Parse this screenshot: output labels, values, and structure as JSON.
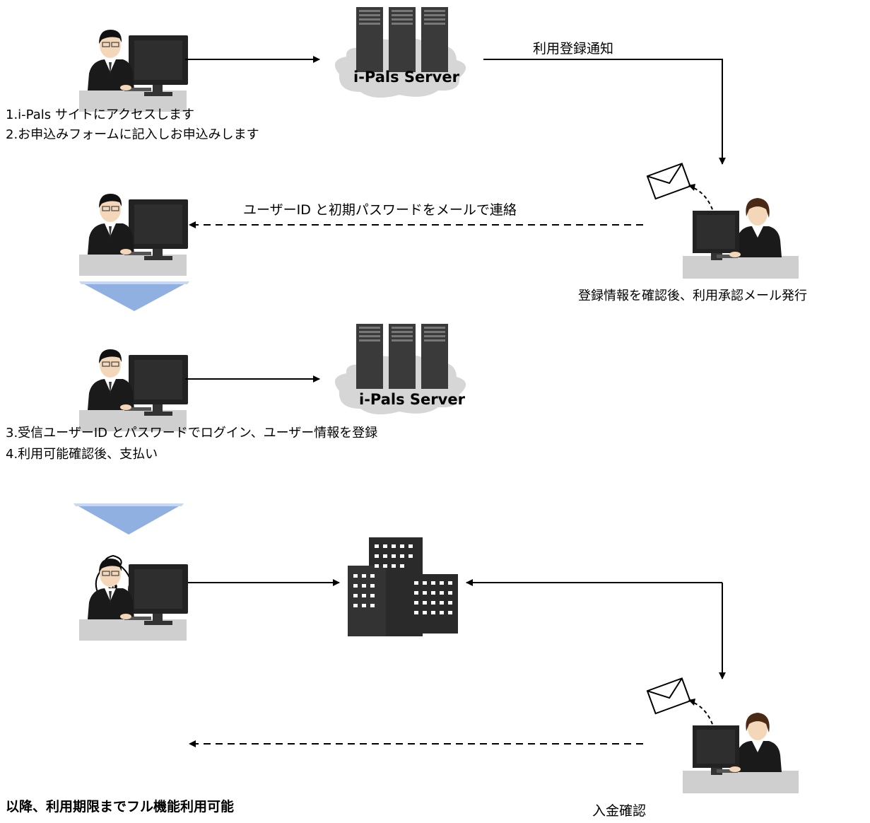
{
  "server": {
    "label": "i-Pals Server"
  },
  "labels": {
    "register_notice": "利用登録通知",
    "step1": "1.i-Pals サイトにアクセスします",
    "step2": "2.お申込みフォームに記入しお申込みします",
    "id_mail": "ユーザーID と初期パスワードをメールで連絡",
    "admin_confirm": "登録情報を確認後、利用承認メール発行",
    "step3": "3.受信ユーザーID とパスワードでログイン、ユーザー情報を登録",
    "step4": "4.利用可能確認後、支払い",
    "payment_confirm": "入金確認",
    "final": "以降、利用期限までフル機能利用可能"
  },
  "colors": {
    "suit": "#1a1a1a",
    "skin": "#f4d6b8",
    "desk": "#cfcfcf",
    "monitor": "#222222",
    "cloud": "#d6d6d6",
    "chevron": "#8fb0e0",
    "building": "#2a2a2a",
    "coin": "#f2c40f",
    "line": "#000000"
  },
  "icons": [
    "user-at-computer-icon",
    "server-cloud-icon",
    "admin-woman-icon",
    "envelope-icon",
    "money-bag-icon",
    "building-icon",
    "down-chevron-icon"
  ]
}
